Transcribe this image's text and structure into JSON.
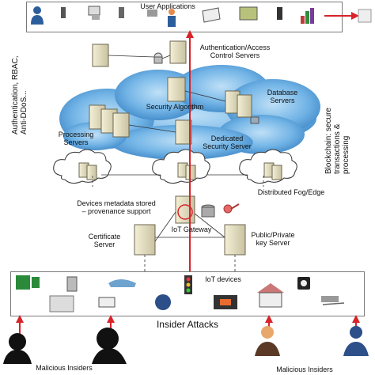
{
  "top": {
    "user_applications": "User Applications"
  },
  "servers": {
    "auth": [
      "Authentication/Access",
      "Control Servers"
    ],
    "security_algorithm": "Security Algorithm",
    "database": [
      "Database",
      "Servers"
    ],
    "processing": [
      "Processing",
      "Servers"
    ],
    "dedicated": [
      "Dedicated",
      "Security Server"
    ]
  },
  "fog": {
    "distributed": "Distributed Fog/Edge"
  },
  "gateway": {
    "metadata": [
      "Devices metadata stored",
      "– provenance support"
    ],
    "iot_gateway": "IoT Gateway",
    "certificate": [
      "Certificate",
      "Server"
    ],
    "keys": [
      "Public/Private",
      "key Server"
    ]
  },
  "side": {
    "left": [
      "Authentication, RBAC,",
      "Anti-DDoS..."
    ],
    "right": [
      "Blockchain: secure",
      "transactions &",
      "processing"
    ]
  },
  "devices": {
    "title": "IoT devices"
  },
  "bottom": {
    "insider_attacks": "Insider Attacks",
    "malicious_left": "Malicious Insiders",
    "malicious_right": "Malicious Insiders"
  }
}
